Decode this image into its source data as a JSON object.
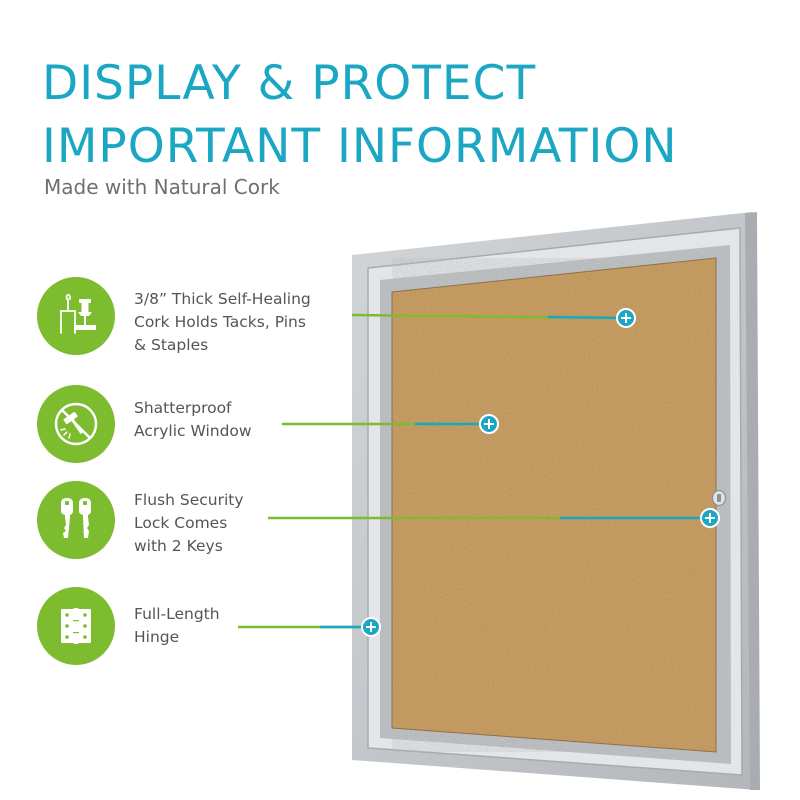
{
  "headline": {
    "line1": "DISPLAY & PROTECT",
    "line2": "IMPORTANT INFORMATION"
  },
  "subtitle": "Made with Natural Cork",
  "colors": {
    "headline": "#1ba7c4",
    "accent_green": "#7dbb2f",
    "callout_teal": "#1ba7c4",
    "cork": "#cfa468",
    "frame": "#c4c7ca"
  },
  "features": [
    {
      "icon": "pushpin-icon",
      "lines": [
        "3/8” Thick Self-Healing",
        "Cork Holds Tacks, Pins",
        "& Staples"
      ]
    },
    {
      "icon": "no-hammer-icon",
      "lines": [
        "Shatterproof",
        "Acrylic Window"
      ]
    },
    {
      "icon": "keys-icon",
      "lines": [
        "Flush Security",
        "Lock Comes",
        "with 2 Keys"
      ]
    },
    {
      "icon": "hinge-icon",
      "lines": [
        "Full-Length",
        "Hinge"
      ]
    }
  ]
}
